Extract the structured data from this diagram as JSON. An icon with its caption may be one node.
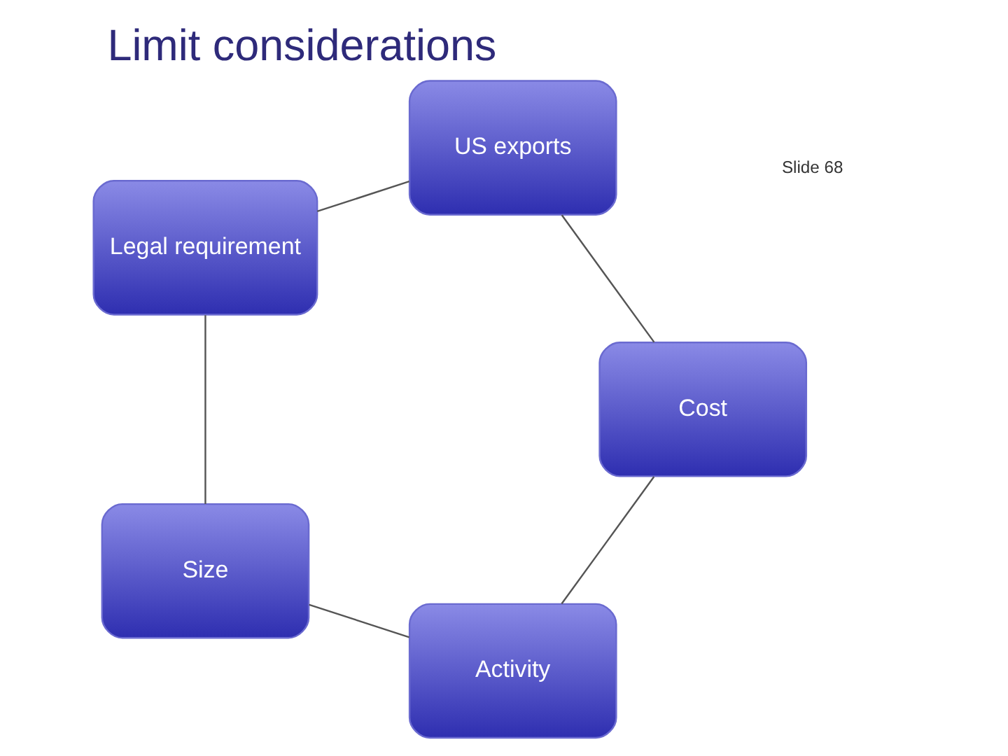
{
  "diagram": {
    "title": "Limit considerations",
    "nodes": [
      {
        "text": [
          "Activity"
        ]
      },
      {
        "text": [
          "Cost"
        ]
      },
      {
        "text": [
          "Size"
        ]
      },
      {
        "text": [
          "US exports"
        ]
      },
      {
        "text": [
          "Legal requirement"
        ]
      }
    ],
    "edges": [
      {
        "from": 0,
        "to": 2,
        "arrow": "none"
      },
      {
        "from": 2,
        "to": 4,
        "arrow": "none"
      },
      {
        "from": 4,
        "to": 3,
        "arrow": "none"
      },
      {
        "from": 3,
        "to": 1,
        "arrow": "none"
      },
      {
        "from": 1,
        "to": 0,
        "arrow": "none"
      }
    ],
    "labels": [
      "Slide 68"
    ]
  }
}
